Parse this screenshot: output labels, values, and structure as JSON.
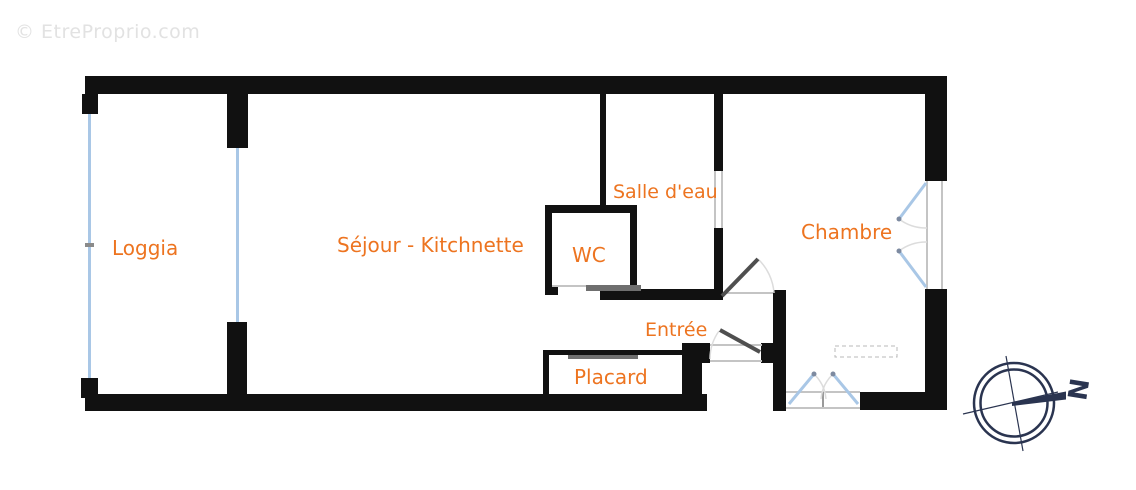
{
  "watermark": {
    "text": "© EtreProprio.com"
  },
  "plan": {
    "type": "apartment-floor-plan",
    "rooms": {
      "loggia": {
        "label": "Loggia"
      },
      "sejour": {
        "label": "Séjour - Kitchnette"
      },
      "wc": {
        "label": "WC"
      },
      "salle_deau": {
        "label": "Salle d'eau"
      },
      "entree": {
        "label": "Entrée"
      },
      "placard": {
        "label": "Placard"
      },
      "chambre": {
        "label": "Chambre"
      }
    }
  },
  "compass": {
    "north_letter": "N"
  },
  "colors": {
    "wall": "#111111",
    "room_label": "#ed7420",
    "window": "#a9c7e6",
    "door": "#4f4f4f",
    "swing_arc": "#dcdcdc",
    "compass": "#2a3450",
    "watermark": "#e2e2e2",
    "background": "#ffffff"
  }
}
